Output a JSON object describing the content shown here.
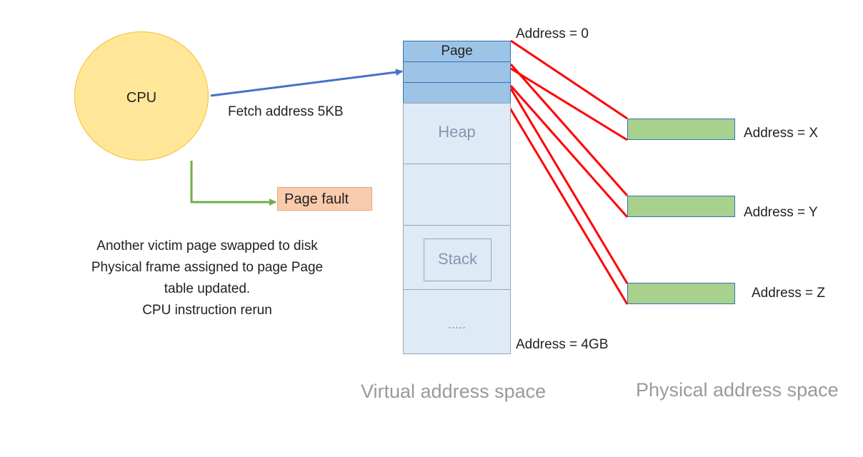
{
  "cpu": {
    "label": "CPU"
  },
  "fetch_label": "Fetch address 5KB",
  "page_fault_label": "Page fault",
  "recovery_notes": [
    "Another victim page swapped to disk",
    "Physical frame assigned to page  Page",
    "table updated.",
    "CPU instruction rerun"
  ],
  "virtual_space": {
    "page_label": "Page",
    "heap_label": "Heap",
    "stack_label": "Stack",
    "ellipsis": ".....",
    "top_address": "Address = 0",
    "bottom_address": "Address = 4GB",
    "caption": "Virtual address space"
  },
  "physical_space": {
    "frames": [
      {
        "address": "Address = X"
      },
      {
        "address": "Address = Y"
      },
      {
        "address": "Address = Z"
      }
    ],
    "caption": "Physical address space"
  },
  "colors": {
    "cpu_fill": "#ffe699",
    "page_fill": "#9dc3e6",
    "segment_fill": "#deebf7",
    "frame_fill": "#a9d18e",
    "fault_fill": "#f8cbad",
    "fetch_arrow": "#4472c4",
    "fault_arrow": "#70ad47",
    "mapping_lines": "#ff0000"
  }
}
